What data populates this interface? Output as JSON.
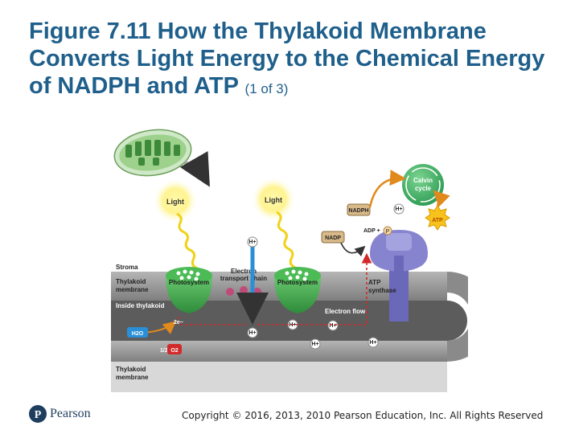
{
  "slide": {
    "title": "Figure 7.11 How the Thylakoid Membrane Converts Light Energy to the Chemical Energy of NADPH and ATP",
    "title_part": "(1 of 3)",
    "copyright": "Copyright © 2016, 2013, 2010 Pearson Education, Inc. All Rights Reserved",
    "logo_text": "Pearson"
  },
  "diagram": {
    "calvin_cycle": "Calvin cycle",
    "light_1": "Light",
    "light_2": "Light",
    "stroma": "Stroma",
    "thylakoid_membrane_top": "Thylakoid membrane",
    "inside_thylakoid": "Inside thylakoid",
    "thylakoid_membrane_bottom": "Thylakoid membrane",
    "photosystem_1": "Photosystem",
    "photosystem_2": "Photosystem",
    "electron_transport_chain": "Electron transport chain",
    "atp_synthase": "ATP synthase",
    "electron_flow": "Electron flow",
    "nadph": "NADPH",
    "nadp": "NADP",
    "adp_plus": "ADP +",
    "p": "P",
    "atp": "ATP",
    "h_plus": "H+",
    "two_e": "2e−",
    "h2o": "H2O",
    "half": "1/2",
    "o2": "O2"
  },
  "colors": {
    "title": "#1f5f8b",
    "membrane_band": "#8a8a8a",
    "lumen": "#5c5c5c",
    "photosystem_green": "#3fae4a",
    "atp_synthase_purple": "#6a68b8",
    "calvin_green": "#3cb371",
    "arrow_orange": "#e08a1e",
    "electron_red": "#d22a2a",
    "proton_blue": "#2a8fd6"
  }
}
